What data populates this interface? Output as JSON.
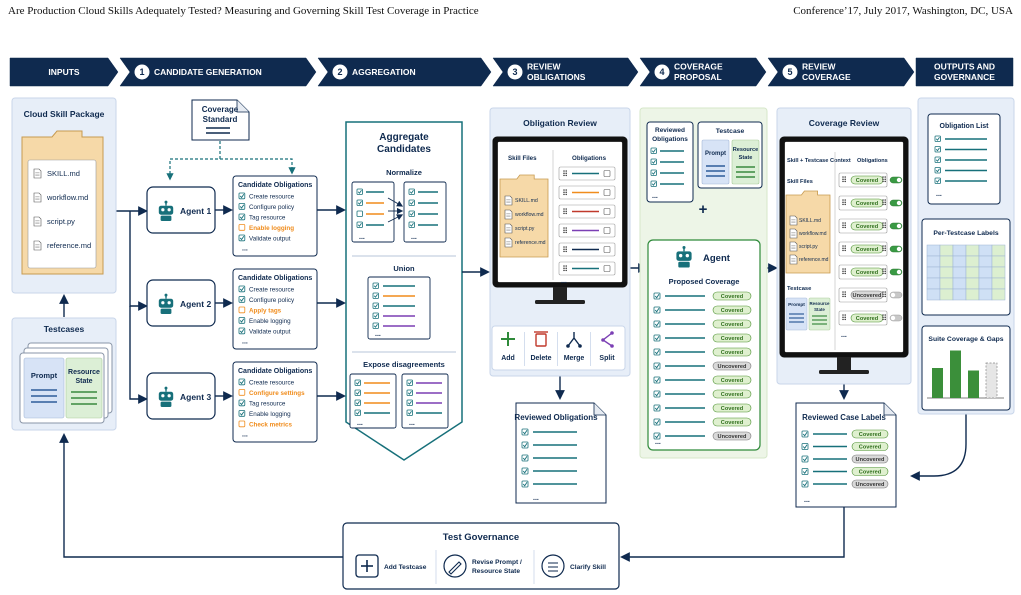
{
  "header": {
    "left": "Are Production Cloud Skills Adequately Tested? Measuring and Governing Skill Test Coverage in Practice",
    "right": "Conference’17, July 2017, Washington, DC, USA"
  },
  "stages": [
    {
      "num": "",
      "label": "INPUTS",
      "label2": ""
    },
    {
      "num": "1",
      "label": "CANDIDATE GENERATION",
      "label2": ""
    },
    {
      "num": "2",
      "label": "AGGREGATION",
      "label2": ""
    },
    {
      "num": "3",
      "label": "REVIEW",
      "label2": "OBLIGATIONS"
    },
    {
      "num": "4",
      "label": "COVERAGE",
      "label2": "PROPOSAL"
    },
    {
      "num": "5",
      "label": "REVIEW",
      "label2": "COVERAGE"
    },
    {
      "num": "",
      "label": "OUTPUTS AND",
      "label2": "GOVERNANCE"
    }
  ],
  "inputs": {
    "package_title": "Cloud Skill Package",
    "files": [
      "SKILL.md",
      "workflow.md",
      "script.py",
      "reference.md"
    ],
    "testcases_title": "Testcases",
    "prompt": "Prompt",
    "resource": "Resource",
    "state": "State"
  },
  "standard": {
    "line1": "Coverage",
    "line2": "Standard"
  },
  "agents": [
    {
      "name": "Agent 1",
      "title": "Candidate Obligations",
      "items": [
        {
          "t": "Create resource",
          "c": "check",
          "hl": false
        },
        {
          "t": "Configure policy",
          "c": "check",
          "hl": false
        },
        {
          "t": "Tag resource",
          "c": "check",
          "hl": false
        },
        {
          "t": "Enable logging",
          "c": "box",
          "hl": true
        },
        {
          "t": "Validate output",
          "c": "check",
          "hl": false
        }
      ]
    },
    {
      "name": "Agent 2",
      "title": "Candidate Obligations",
      "items": [
        {
          "t": "Create resource",
          "c": "check",
          "hl": false
        },
        {
          "t": "Configure policy",
          "c": "check",
          "hl": false
        },
        {
          "t": "Apply tags",
          "c": "box",
          "hl": true
        },
        {
          "t": "Enable logging",
          "c": "check",
          "hl": false
        },
        {
          "t": "Validate output",
          "c": "check",
          "hl": false
        }
      ]
    },
    {
      "name": "Agent 3",
      "title": "Candidate Obligations",
      "items": [
        {
          "t": "Create resource",
          "c": "check",
          "hl": false
        },
        {
          "t": "Configure settings",
          "c": "box",
          "hl": true
        },
        {
          "t": "Tag resource",
          "c": "check",
          "hl": false
        },
        {
          "t": "Enable logging",
          "c": "check",
          "hl": false
        },
        {
          "t": "Check metrics",
          "c": "box",
          "hl": true
        }
      ]
    }
  ],
  "ellipsis": "...",
  "aggregate": {
    "title1": "Aggregate",
    "title2": "Candidates",
    "normalize": "Normalize",
    "union": "Union",
    "disagree": "Expose disagreements"
  },
  "review": {
    "title": "Obligation Review",
    "skill_files": "Skill Files",
    "obligations": "Obligations",
    "files": [
      "SKILL.md",
      "workflow.md",
      "script.py",
      "reference.md"
    ],
    "tools": [
      "Add",
      "Delete",
      "Merge",
      "Split"
    ],
    "reviewed_title": "Reviewed Obligations"
  },
  "proposal": {
    "reviewed_title1": "Reviewed",
    "reviewed_title2": "Obligations",
    "testcase_title": "Testcase",
    "prompt": "Prompt",
    "resource": "Resource",
    "state": "State",
    "agent": "Agent",
    "proposed_title": "Proposed Coverage",
    "statuses": [
      "Covered",
      "Covered",
      "Covered",
      "Covered",
      "Covered",
      "Uncovered",
      "Covered",
      "Covered",
      "Covered",
      "Covered",
      "Uncovered"
    ]
  },
  "coverage": {
    "title": "Coverage Review",
    "ctx_title": "Skill + Testcase Context",
    "obligations": "Obligations",
    "skill_files": "Skill Files",
    "files": [
      "SKILL.md",
      "workflow.md",
      "script.py",
      "reference.md"
    ],
    "testcase": "Testcase",
    "prompt": "Prompt",
    "resource": "Resource",
    "state": "State",
    "rows": [
      {
        "s": "Covered",
        "on": true
      },
      {
        "s": "Covered",
        "on": true
      },
      {
        "s": "Covered",
        "on": true
      },
      {
        "s": "Covered",
        "on": true
      },
      {
        "s": "Covered",
        "on": true
      },
      {
        "s": "Uncovered",
        "on": false
      },
      {
        "s": "Covered",
        "on": false
      }
    ],
    "labels_title": "Reviewed Case Labels",
    "labels": [
      "Covered",
      "Covered",
      "Uncovered",
      "Covered",
      "Uncovered"
    ]
  },
  "outputs": {
    "obligation_list": "Obligation List",
    "per_testcase": "Per-Testcase Labels",
    "suite": "Suite Coverage & Gaps",
    "suite_bars": [
      0.6,
      0.95,
      0.55,
      0.7
    ]
  },
  "governance": {
    "title": "Test Governance",
    "actions": [
      {
        "label": "Add Testcase",
        "label2": "",
        "icon": "plus-icon"
      },
      {
        "label": "Revise Prompt /",
        "label2": "Resource State",
        "icon": "pencil-icon"
      },
      {
        "label": "Clarify Skill",
        "label2": "",
        "icon": "chat-icon"
      }
    ]
  },
  "colors": {
    "navy": "#0f2a4f",
    "teal": "#17707a",
    "green": "#2f8a3a",
    "orange": "#f08c1c",
    "purple": "#7b3fb4",
    "red": "#c0392b",
    "panel_blue": "#e7eef8",
    "panel_green": "#edf5e7",
    "folder": "#f6d9a8",
    "covered_bg": "#dff0cf",
    "uncovered_bg": "#d9d9d9"
  }
}
